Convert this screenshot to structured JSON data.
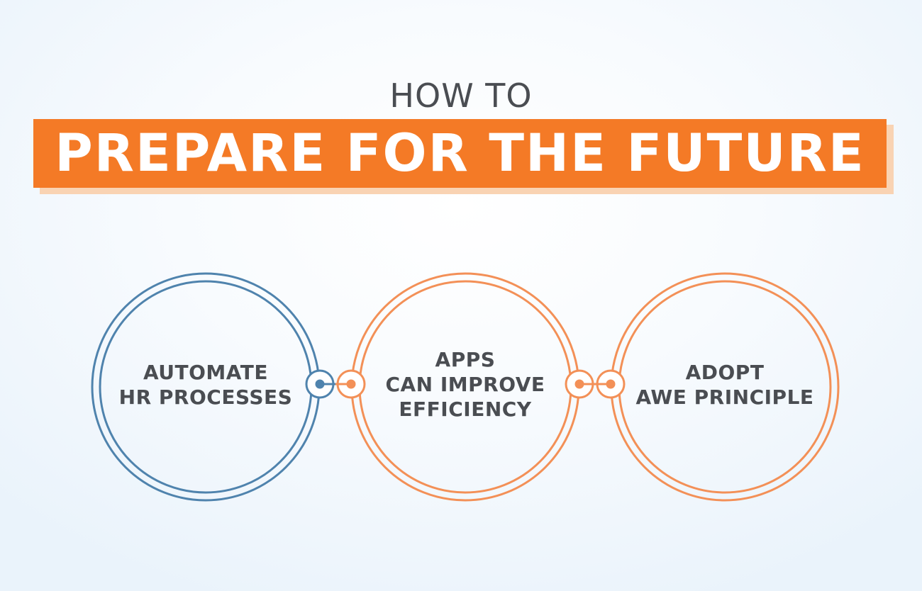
{
  "header": {
    "subtitle": "HOW TO",
    "title": "PREPARE FOR THE FUTURE"
  },
  "steps": [
    {
      "line1": "AUTOMATE",
      "line2": "HR PROCESSES",
      "line3": "",
      "color": "#4f83ad"
    },
    {
      "line1": "APPS",
      "line2": "CAN IMPROVE",
      "line3": "EFFICIENCY",
      "color": "#f39057"
    },
    {
      "line1": "ADOPT",
      "line2": "AWE PRINCIPLE",
      "line3": "",
      "color": "#f39057"
    }
  ],
  "colors": {
    "accent_orange": "#f47a26",
    "accent_blue": "#4f83ad",
    "text_dark": "#4a4d52"
  }
}
